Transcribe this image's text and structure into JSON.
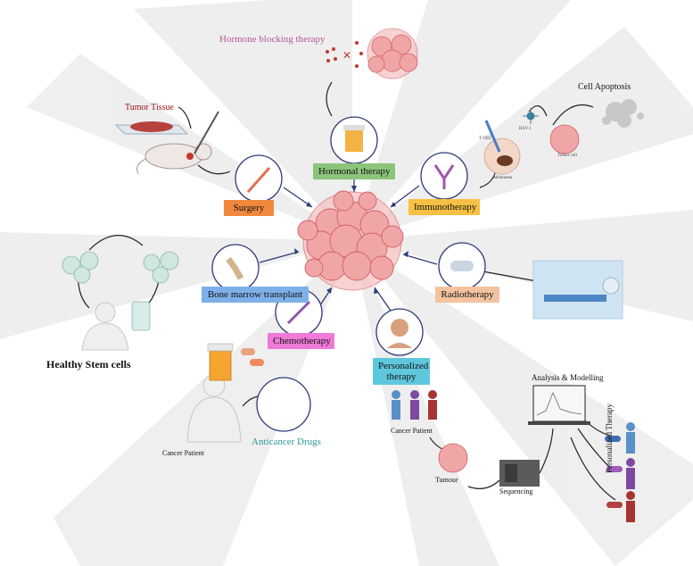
{
  "colors": {
    "surgery": "#f0883e",
    "hormonal": "#8cc47a",
    "immunotherapy": "#f5c043",
    "bone_marrow": "#7db0e8",
    "radiotherapy": "#f3c3a0",
    "chemotherapy": "#ef7ad8",
    "personalized": "#5fc7dc",
    "hormone_blocking_text": "#b5549e",
    "tumor_tissue_text": "#a0171b",
    "anticancer_text": "#2a9a96",
    "tumor_fill": "#f0a6a6",
    "tumor_stroke": "#d45f66",
    "ray": "#e9e9e9"
  },
  "icons": {
    "center": "tumor-cell-cluster-icon",
    "surgery": "scalpel-icon",
    "hormonal": "pill-bottle-icon",
    "immunotherapy": "antibody-icon",
    "bone_marrow": "bone-icon",
    "radiotherapy": "mri-scanner-icon",
    "chemotherapy": "syringe-icon",
    "personalized": "patient-face-icon",
    "drugs": "capsule-icon"
  },
  "labels": {
    "hormone_blocking": "Hormone blocking therapy",
    "tumor_tissue": "Tumor Tissue",
    "cell_apoptosis": "Cell Apoptosis",
    "tvec": "T-VEC",
    "hsv1": "HSV-1",
    "melanoma": "Melanoma",
    "tumor_cell": "Tumor cell",
    "healthy_stem_cells": "Healthy Stem cells",
    "cancer_patient_left": "Cancer Patient",
    "anticancer_drugs": "Anticancer Drugs",
    "cancer_patient_right": "Cancer Patient",
    "tumour": "Tumour",
    "sequencing": "Sequencing",
    "analysis": "Analysis & Modelling",
    "personalized_therapy_vertical": "Personalized Therapy"
  },
  "tags": {
    "surgery": "Surgery",
    "hormonal": "Hormonal therapy",
    "immunotherapy": "Immunotherapy",
    "bone_marrow": "Bone marrow transplant",
    "radiotherapy": "Radiotherapy",
    "chemotherapy": "Chemotherapy",
    "personalized_line1": "Personalized",
    "personalized_line2": "therapy"
  }
}
